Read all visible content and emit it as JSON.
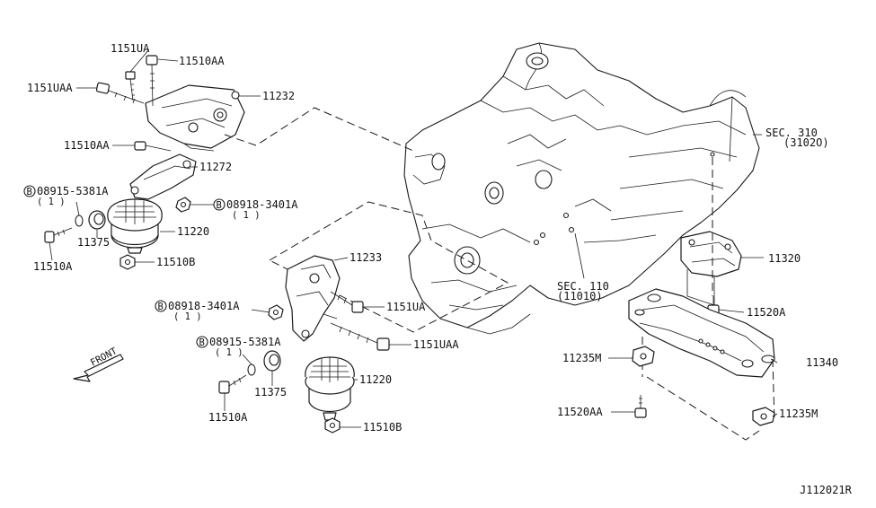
{
  "labels": {
    "bolt_1151ua_top": "1151UA",
    "bolt_11510aa_top": "11510AA",
    "bolt_1151uaa_top": "1151UAA",
    "bracket_11232": "11232",
    "bolt_11510aa_mid": "11510AA",
    "bracket_11272": "11272",
    "washer_08915_left": "08915-5381A",
    "washer_08915_left_qty": "( 1 )",
    "nut_08918_left": "08918-3401A",
    "nut_08918_left_qty": "( 1 )",
    "stopper_11375_left": "11375",
    "insulator_11220_left": "11220",
    "bolt_11510a_left": "11510A",
    "nut_11510b_left": "11510B",
    "bracket_11233": "11233",
    "nut_08918_right": "08918-3401A",
    "nut_08918_right_qty": "( 1 )",
    "bolt_1151ua_right": "1151UA",
    "washer_08915_right": "08915-5381A",
    "washer_08915_right_qty": "( 1 )",
    "bolt_1151uaa_right": "1151UAA",
    "stopper_11375_right": "11375",
    "insulator_11220_right": "11220",
    "bolt_11510a_right": "11510A",
    "nut_11510b_right": "11510B",
    "front_label": "FRONT",
    "sec310": "SEC. 310",
    "sec310_sub": "(3102O)",
    "sec110": "SEC. 110",
    "sec110_sub": "(11010)",
    "insulator_11320": "11320",
    "bolt_11520a": "11520A",
    "member_11340": "11340",
    "plate_11235m_left": "11235M",
    "plate_11235m_right": "11235M",
    "bolt_11520aa": "11520AA",
    "diagram_id": "J112021R",
    "circle_b": "B"
  }
}
